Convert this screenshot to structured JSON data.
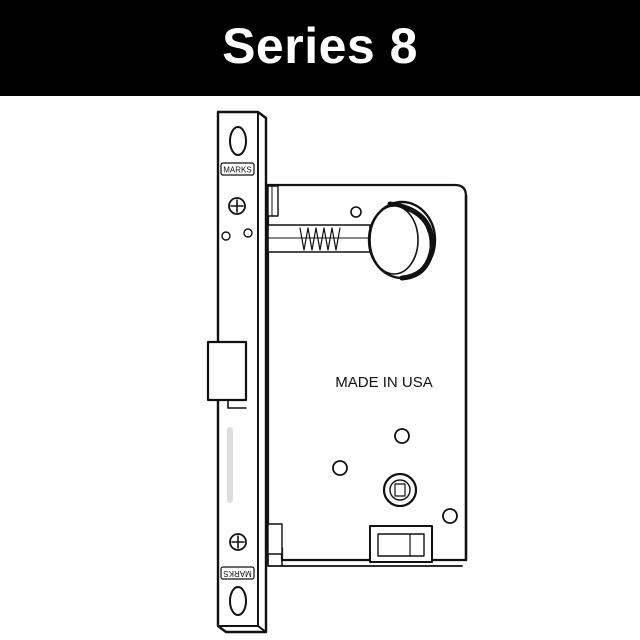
{
  "banner": {
    "title": "Series 8"
  },
  "drawing": {
    "subject": "mortise-lock",
    "case_label": "MADE IN USA",
    "faceplate_top_logo": "MARKS",
    "faceplate_bottom_logo": "MARKS"
  },
  "colors": {
    "banner_bg": "#000000",
    "banner_text": "#ffffff",
    "line": "#111111",
    "background": "#ffffff"
  }
}
